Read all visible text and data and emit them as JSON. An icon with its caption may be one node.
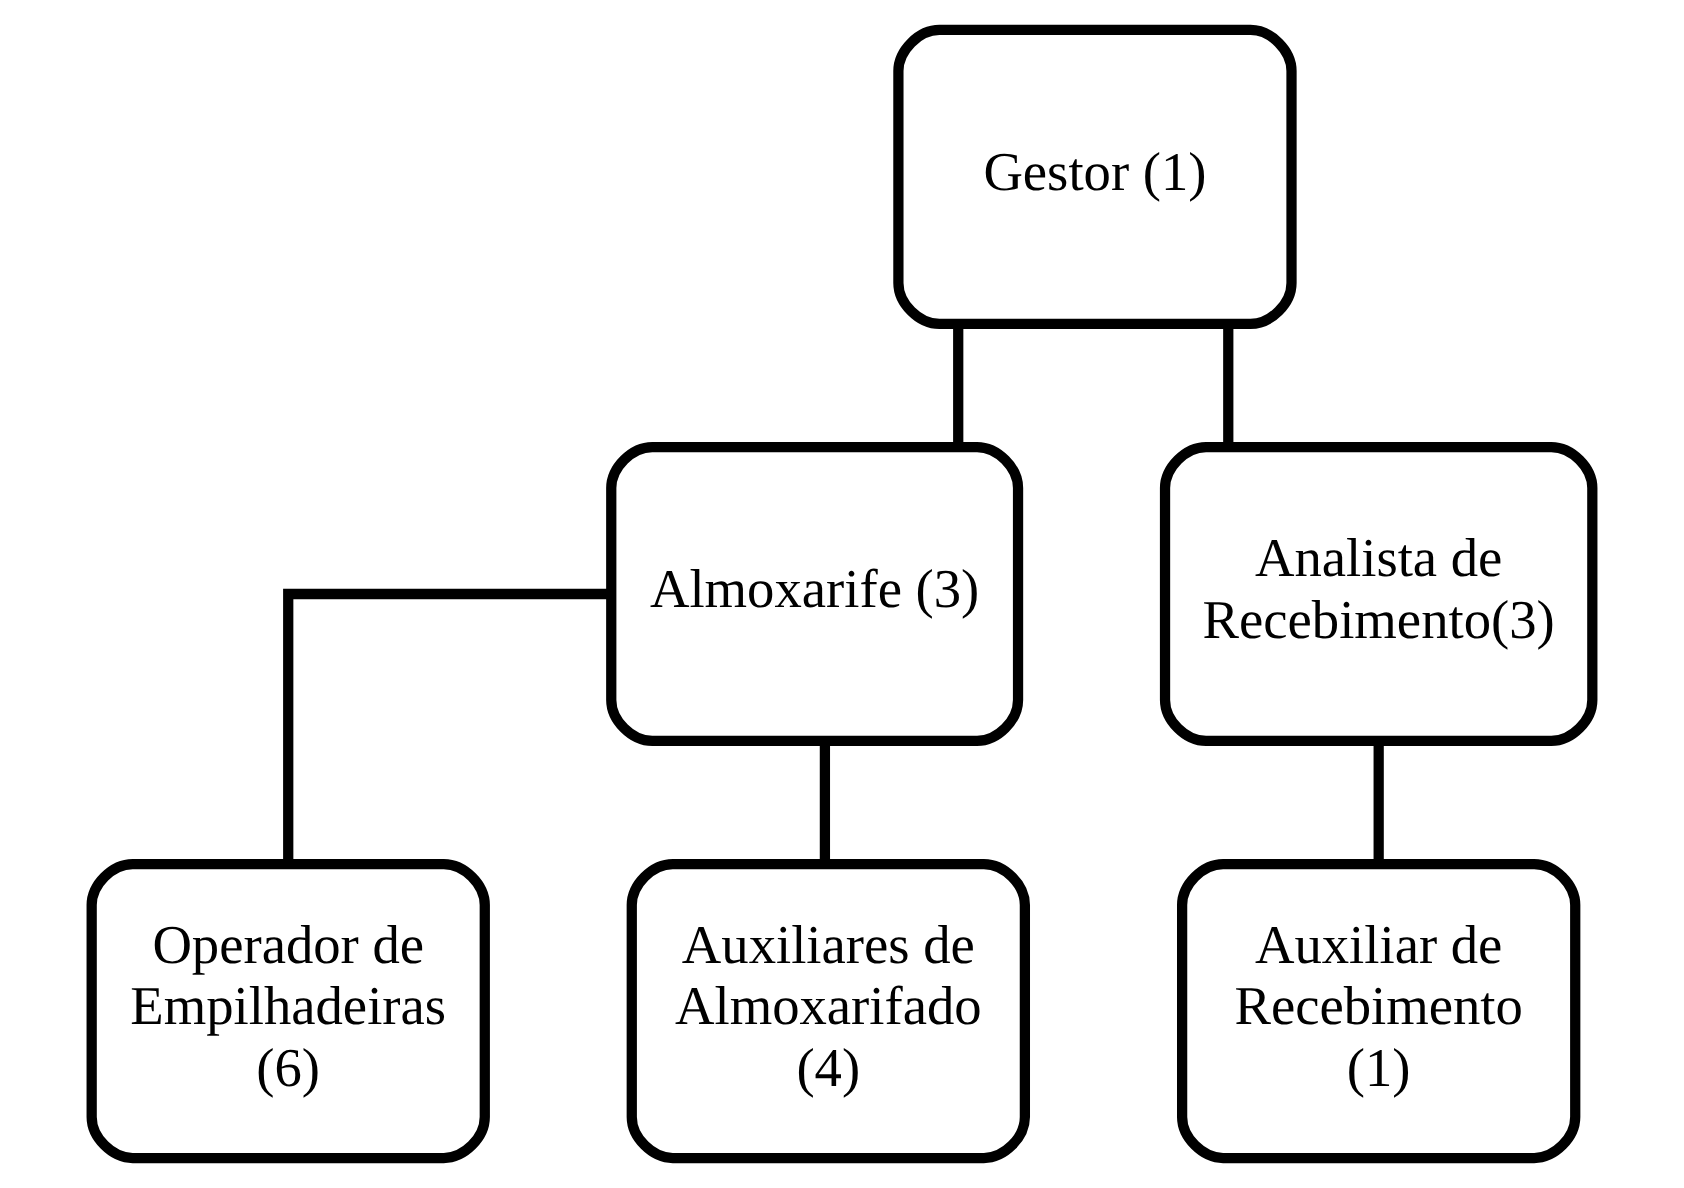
{
  "diagram": {
    "nodes": [
      {
        "text": [
          "Gestor (1)"
        ]
      },
      {
        "text": [
          "Almoxarife (3)"
        ]
      },
      {
        "text": [
          "Analista de Recebimento(3)"
        ]
      },
      {
        "text": [
          "Operador de Empilhadeiras (6)"
        ]
      },
      {
        "text": [
          "Auxiliares de Almoxarifado (4)"
        ]
      },
      {
        "text": [
          "Auxiliar de Recebimento (1)"
        ]
      }
    ],
    "edges": [
      {
        "from": 0,
        "to": 1,
        "arrow": "none"
      },
      {
        "from": 0,
        "to": 2,
        "arrow": "none"
      },
      {
        "from": 1,
        "to": 3,
        "arrow": "none"
      },
      {
        "from": 1,
        "to": 4,
        "arrow": "none"
      },
      {
        "from": 2,
        "to": 5,
        "arrow": "none"
      }
    ]
  }
}
